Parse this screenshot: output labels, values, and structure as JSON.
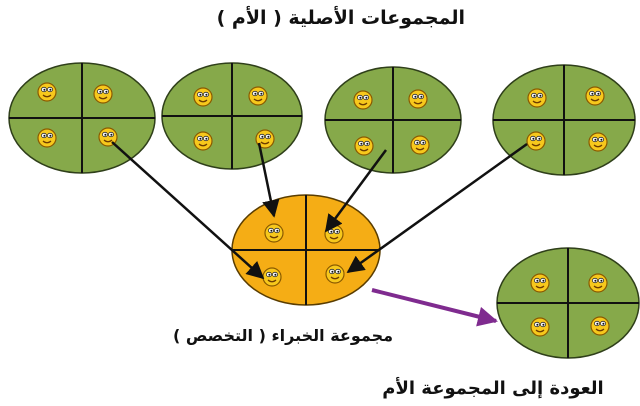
{
  "labels": {
    "top_title": "المجموعات الأصلية ( الأم )",
    "expert_group": "مجموعة الخبراء ( التخصص )",
    "return_group": "العودة إلى المجموعة الأم"
  },
  "colors": {
    "home_group_fill": "#86a94a",
    "expert_group_fill": "#f5ad15",
    "quadrant_line": "#111111",
    "member_arrow": "#111111",
    "return_arrow": "#7f2b8f",
    "face_fill": "#f7c81c"
  },
  "icons": {
    "member": "smiley-face-icon"
  },
  "groups": {
    "home": [
      {
        "name": "home-group-1",
        "members": 4
      },
      {
        "name": "home-group-2",
        "members": 4
      },
      {
        "name": "home-group-3",
        "members": 4
      },
      {
        "name": "home-group-4",
        "members": 4
      }
    ],
    "expert": {
      "name": "expert-group",
      "members": 4
    },
    "returned": {
      "name": "returned-home-group",
      "members": 4
    }
  }
}
